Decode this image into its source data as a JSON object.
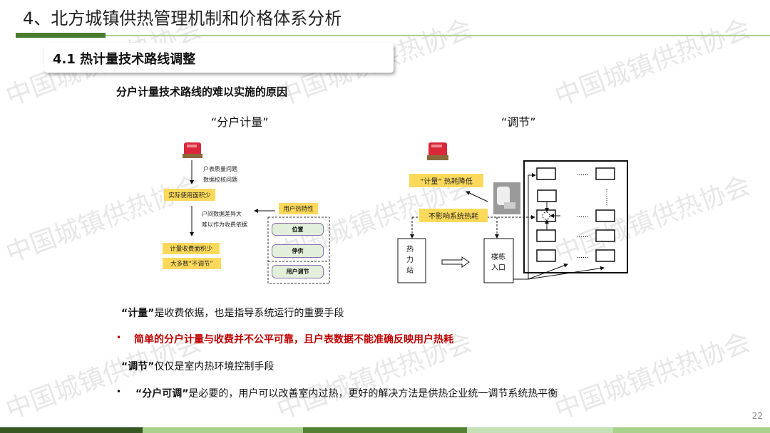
{
  "title": "4、北方城镇供热管理机制和价格体系分析",
  "section": "4.1 热计量技术路线调整",
  "subtitle": "分户计量技术路线的难以实施的原因",
  "watermark": "中国城镇供热协会",
  "left_diagram": {
    "caption": "“分户计量”",
    "note1": "户表质量问题",
    "note2": "数据校核问题",
    "box_area": "实际使用面积少",
    "note3": "户间数据差异大",
    "note4": "难以作为收费依据",
    "box_user": "用户热特性",
    "pill1": "位置",
    "pill2": "停供",
    "pill3": "用户调节",
    "box_fee": "计量收费面积少",
    "box_most": "大多数“不调节”"
  },
  "right_diagram": {
    "caption": "“调节”",
    "box_metering": "“计量”  热耗降低",
    "box_no_effect": "不影响系统热耗",
    "station": "热力站",
    "entrance1": "楼栋",
    "entrance2": "入口",
    "dots": "……"
  },
  "body": {
    "line1_bold": "“计量”",
    "line1": "是收费依据，也是指导系统运行的重要手段",
    "bullet1": "简单的分户计量与收费并不公平可靠，且户表数据不能准确反映用户热耗",
    "line2_bold": "“调节”",
    "line2": "仅仅是室内热环境控制手段",
    "bullet2_bold": "“分户可调”",
    "bullet2": "是必要的，用户可以改善室内过热，更好的解决方法是供热企业统一调节系统热平衡",
    "bullet_char": "•"
  },
  "page_number": "22",
  "colors": {
    "dark_green": "#375623",
    "green": "#548235",
    "light_green": "#a9d18e",
    "pale_green": "#c5e0b4",
    "yellow": "#fcd95a",
    "red": "#c00000"
  }
}
